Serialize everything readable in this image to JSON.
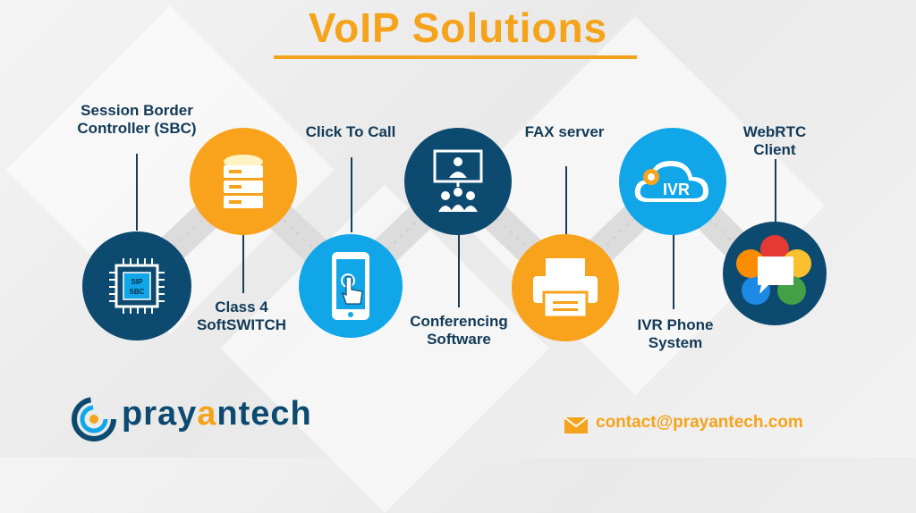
{
  "title": "VoIP Solutions",
  "items": {
    "sbc": "Session Border Controller (SBC)",
    "sbc_line1": "Session Border",
    "sbc_line2": "Controller (SBC)",
    "class4_line1": "Class 4",
    "class4_line2": "SoftSWITCH",
    "click_to_call": "Click To Call",
    "conf_line1": "Conferencing",
    "conf_line2": "Software",
    "fax": "FAX server",
    "ivr_line1": "IVR Phone",
    "ivr_line2": "System",
    "webrtc_line1": "WebRTC",
    "webrtc_line2": "Client"
  },
  "chip": {
    "line1": "SIP",
    "line2": "SBC"
  },
  "ivr_badge": "IVR",
  "brand": {
    "prefix": "pray",
    "mid": "a",
    "suffix": "ntech"
  },
  "contact": "contact@prayantech.com",
  "colors": {
    "orange": "#f9a21b",
    "navy": "#0d4a6f",
    "blue": "#10a6e8"
  }
}
